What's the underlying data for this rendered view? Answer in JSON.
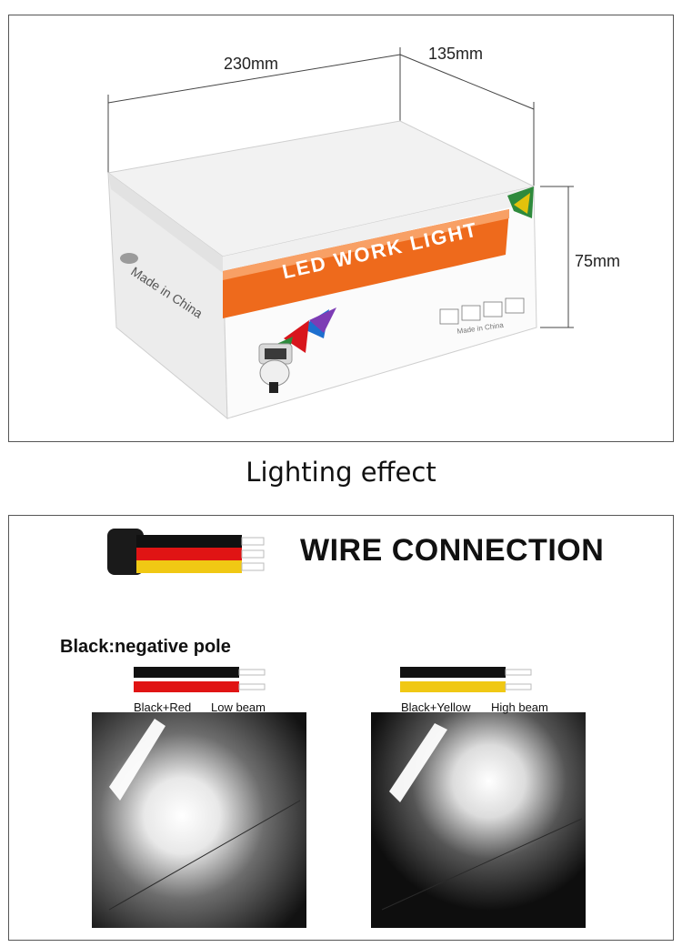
{
  "dimensions": {
    "width_label": "230mm",
    "depth_label": "135mm",
    "height_label": "75mm"
  },
  "box": {
    "brand_text": "LED WORK LIGHT",
    "side_text": "Made in China",
    "front_small_text": "Made in China"
  },
  "section_heading": "Lighting effect",
  "wire": {
    "title": "WIRE CONNECTION",
    "pole_label": "Black:negative pole",
    "low": {
      "combo": "Black+Red",
      "beam": "Low beam"
    },
    "high": {
      "combo": "Black+Yellow",
      "beam": "High beam"
    }
  },
  "colors": {
    "orange": "#ee6a1c",
    "wire_black": "#111111",
    "wire_red": "#e01414",
    "wire_yellow": "#f0c814"
  }
}
